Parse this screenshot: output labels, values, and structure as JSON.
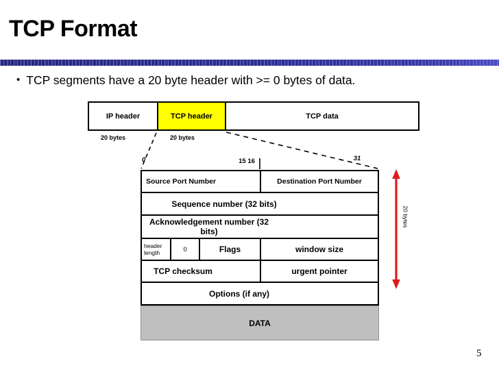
{
  "slide": {
    "title": "TCP Format",
    "page_number": "5"
  },
  "bullet": {
    "marker": "•",
    "text": "TCP segments have a 20 byte header with >= 0 bytes of data."
  },
  "segment_bar": {
    "ip_header": "IP header",
    "tcp_header": "TCP header",
    "tcp_data": "TCP data",
    "ip_bytes_label": "20 bytes",
    "tcp_bytes_label": "20 bytes"
  },
  "bit_markers": {
    "start": "0",
    "mid": "15 16",
    "end": "31"
  },
  "tcp_header_table": {
    "row1": {
      "left": "Source Port Number",
      "right": "Destination Port Number"
    },
    "row2": "Sequence number (32 bits)",
    "row3": "Acknowledgement number (32 bits)",
    "row4": {
      "c1_line1": "header",
      "c1_line2": "length",
      "c2": "0",
      "c3": "Flags",
      "c4": "window size"
    },
    "row5": {
      "left": "TCP checksum",
      "right": "urgent pointer"
    },
    "row6": "Options (if any)",
    "row7": "DATA"
  },
  "arrow": {
    "label": "20 bytes"
  },
  "colors": {
    "tcp_header_fill": "#ffff00",
    "data_row_fill": "#bfbfbf",
    "arrow_red": "#e2191d",
    "divider_blue": "#2d2d90"
  }
}
